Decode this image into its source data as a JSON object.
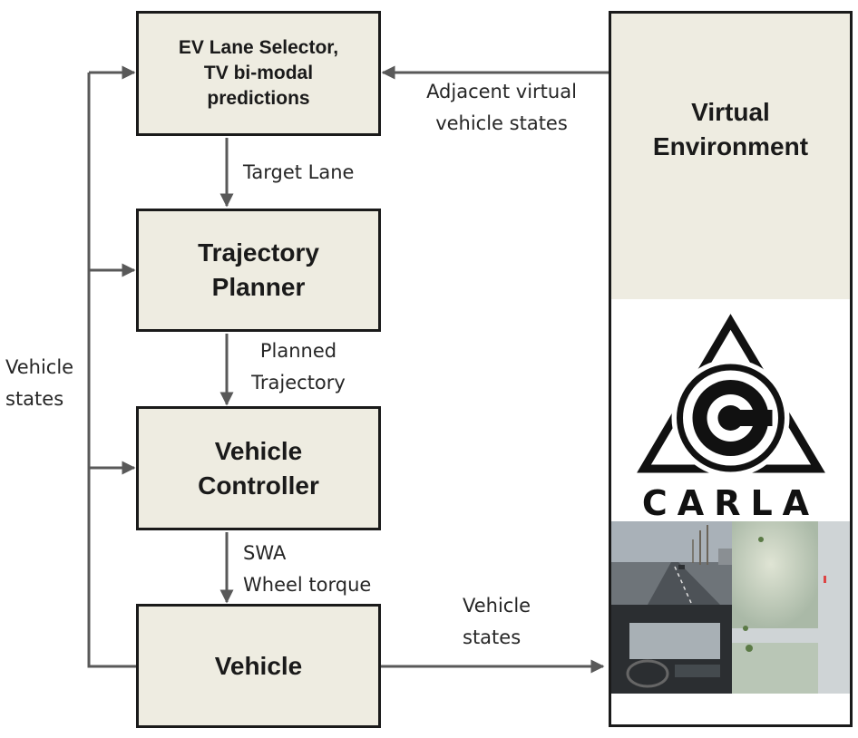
{
  "boxes": {
    "lane_selector": "EV Lane Selector,\nTV bi-modal\npredictions",
    "trajectory_planner": "Trajectory\nPlanner",
    "vehicle_controller": "Vehicle\nController",
    "vehicle": "Vehicle"
  },
  "environment": {
    "title": "Virtual\nEnvironment",
    "logo_text": "CARLA"
  },
  "edge_labels": {
    "adjacent": "Adjacent virtual\nvehicle states",
    "target_lane": "Target Lane",
    "planned_trajectory": "Planned\nTrajectory",
    "swa_torque": "SWA\nWheel torque",
    "vehicle_states_out": "Vehicle\nstates",
    "vehicle_states_feedback": "Vehicle\nstates"
  },
  "colors": {
    "box_fill": "#eeece1",
    "border": "#1a1a1a",
    "arrow": "#595959"
  }
}
